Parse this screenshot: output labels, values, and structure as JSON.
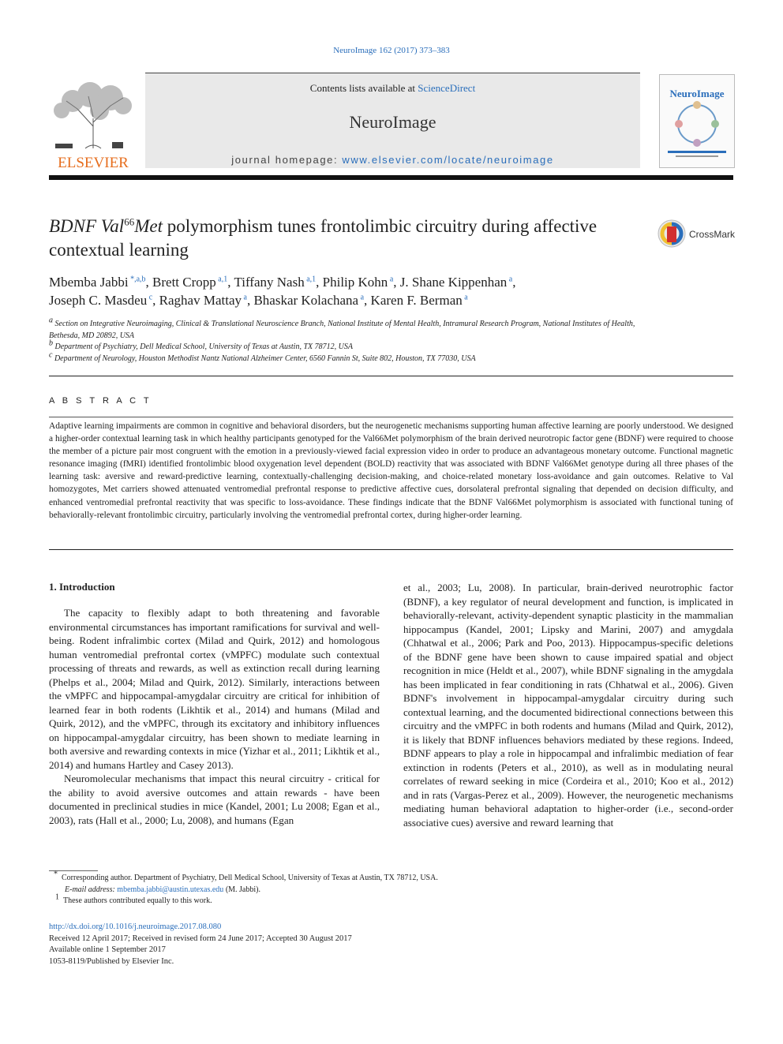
{
  "header": {
    "citation": "NeuroImage 162 (2017) 373–383",
    "contents_prefix": "Contents lists available at ",
    "contents_link": "ScienceDirect",
    "journal_title": "NeuroImage",
    "homepage_prefix": "journal homepage: ",
    "homepage_link": "www.elsevier.com/locate/neuroimage",
    "publisher_logo_text": "ELSEVIER",
    "cover_title": "NeuroImage",
    "crossmark_label": "CrossMark"
  },
  "article": {
    "title": {
      "part1": "BDNF Val",
      "sup": "66",
      "part2": "Met",
      "part3": " polymorphism tunes frontolimbic circuitry during affective contextual learning"
    },
    "authors_line1": [
      {
        "name": "Mbemba Jabbi",
        "sup": "*,a,b"
      },
      {
        "name": "Brett Cropp",
        "sup": "a,1"
      },
      {
        "name": "Tiffany Nash",
        "sup": "a,1"
      },
      {
        "name": "Philip Kohn",
        "sup": "a"
      },
      {
        "name": "J. Shane Kippenhan",
        "sup": "a"
      }
    ],
    "authors_line2": [
      {
        "name": "Joseph C. Masdeu",
        "sup": "c"
      },
      {
        "name": "Raghav Mattay",
        "sup": "a"
      },
      {
        "name": "Bhaskar Kolachana",
        "sup": "a"
      },
      {
        "name": "Karen F. Berman",
        "sup": "a"
      }
    ],
    "affiliations": [
      {
        "sup": "a",
        "text": "Section on Integrative Neuroimaging, Clinical & Translational Neuroscience Branch, National Institute of Mental Health, Intramural Research Program, National Institutes of Health, Bethesda, MD 20892, USA"
      },
      {
        "sup": "b",
        "text": "Department of Psychiatry, Dell Medical School, University of Texas at Austin, TX 78712, USA"
      },
      {
        "sup": "c",
        "text": "Department of Neurology, Houston Methodist Nantz National Alzheimer Center, 6560 Fannin St, Suite 802, Houston, TX 77030, USA"
      }
    ],
    "abstract_heading": "A B S T R A C T",
    "abstract": "Adaptive learning impairments are common in cognitive and behavioral disorders, but the neurogenetic mechanisms supporting human affective learning are poorly understood. We designed a higher-order contextual learning task in which healthy participants genotyped for the Val66Met polymorphism of the brain derived neurotropic factor gene (BDNF) were required to choose the member of a picture pair most congruent with the emotion in a previously-viewed facial expression video in order to produce an advantageous monetary outcome. Functional magnetic resonance imaging (fMRI) identified frontolimbic blood oxygenation level dependent (BOLD) reactivity that was associated with BDNF Val66Met genotype during all three phases of the learning task: aversive and reward-predictive learning, contextually-challenging decision-making, and choice-related monetary loss-avoidance and gain outcomes. Relative to Val homozygotes, Met carriers showed attenuated ventromedial prefrontal response to predictive affective cues, dorsolateral prefrontal signaling that depended on decision difficulty, and enhanced ventromedial prefrontal reactivity that was specific to loss-avoidance. These findings indicate that the BDNF Val66Met polymorphism is associated with functional tuning of behaviorally-relevant frontolimbic circuitry, particularly involving the ventromedial prefrontal cortex, during higher-order learning.",
    "section_heading": "1.  Introduction",
    "col1_paragraphs": [
      "The capacity to flexibly adapt to both threatening and favorable environmental circumstances has important ramifications for survival and well-being. Rodent infralimbic cortex (Milad and Quirk, 2012) and homologous human ventromedial prefrontal cortex (vMPFC) modulate such contextual processing of threats and rewards, as well as extinction recall during learning (Phelps et al., 2004; Milad and Quirk, 2012). Similarly, interactions between the vMPFC and hippocampal-amygdalar circuitry are critical for inhibition of learned fear in both rodents (Likhtik et al., 2014) and humans (Milad and Quirk, 2012), and the vMPFC, through its excitatory and inhibitory influences on hippocampal-amygdalar circuitry, has been shown to mediate learning in both aversive and rewarding contexts in mice (Yizhar et al., 2011; Likhtik et al., 2014) and humans Hartley and Casey 2013).",
      "Neuromolecular mechanisms that impact this neural circuitry - critical for the ability to avoid aversive outcomes and attain rewards - have been documented in preclinical studies in mice (Kandel, 2001; Lu 2008; Egan et al., 2003), rats (Hall et al., 2000; Lu, 2008), and humans (Egan"
    ],
    "col2_paragraphs": [
      "et al., 2003; Lu, 2008). In particular, brain-derived neurotrophic factor (BDNF), a key regulator of neural development and function, is implicated in behaviorally-relevant, activity-dependent synaptic plasticity in the mammalian hippocampus (Kandel, 2001; Lipsky and Marini, 2007) and amygdala (Chhatwal et al., 2006; Park and Poo, 2013). Hippocampus-specific deletions of the BDNF gene have been shown to cause impaired spatial and object recognition in mice (Heldt et al., 2007), while BDNF signaling in the amygdala has been implicated in fear conditioning in rats (Chhatwal et al., 2006). Given BDNF's involvement in hippocampal-amygdalar circuitry during such contextual learning, and the documented bidirectional connections between this circuitry and the vMPFC in both rodents and humans (Milad and Quirk, 2012), it is likely that BDNF influences behaviors mediated by these regions. Indeed, BDNF appears to play a role in hippocampal and infralimbic mediation of fear extinction in rodents (Peters et al., 2010), as well as in modulating neural correlates of reward seeking in mice (Cordeira et al., 2010; Koo et al., 2012) and in rats (Vargas-Perez et al., 2009). However, the neurogenetic mechanisms mediating human behavioral adaptation to higher-order (i.e., second-order associative cues) aversive and reward learning that"
    ],
    "footnotes": [
      {
        "mark": "*",
        "text": "Corresponding author. Department of Psychiatry, Dell Medical School, University of Texas at Austin, TX 78712, USA."
      },
      {
        "mark": "",
        "label": "E-mail address: ",
        "email": "mbemba.jabbi@austin.utexas.edu",
        "suffix": " (M. Jabbi)."
      },
      {
        "mark": "1",
        "text": "These authors contributed equally to this work."
      }
    ],
    "doi": "http://dx.doi.org/10.1016/j.neuroimage.2017.08.080",
    "dates": "Received 12 April 2017; Received in revised form 24 June 2017; Accepted 30 August 2017",
    "online": "Available online 1 September 2017",
    "issn": "1053-8119/Published by Elsevier Inc."
  },
  "colors": {
    "link": "#2a6ebb",
    "elsevier_orange": "#e66d1d",
    "crossmark_red": "#d12f2f"
  }
}
